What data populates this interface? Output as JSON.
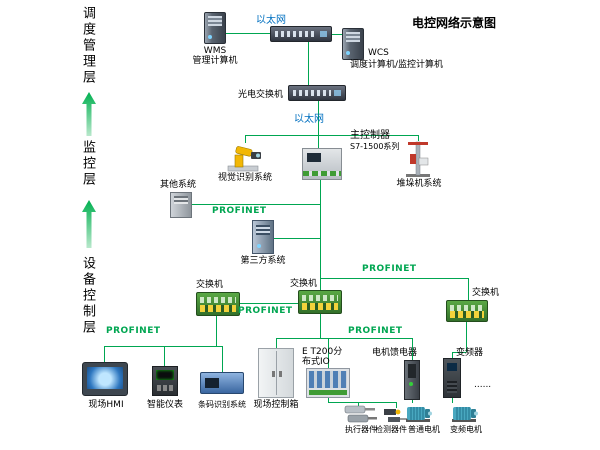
{
  "title": "电控网络示意图",
  "layers": {
    "management": "调度管理层",
    "monitoring": "监控层",
    "device_control": "设备控制层"
  },
  "bus_labels": {
    "ethernet": "以太网",
    "profinet": "PROFINET"
  },
  "nodes": {
    "wms": {
      "name": "WMS",
      "desc": "管理计算机"
    },
    "wcs": {
      "name": "WCS",
      "desc": "调度计算机/监控计算机"
    },
    "optical_switch": "光电交换机",
    "controller": {
      "name": "主控制器",
      "model": "S7-1500系列"
    },
    "vision": "视觉识别系统",
    "stacker": "堆垛机系统",
    "other": "其他系统",
    "third_party": "第三方系统",
    "switch": "交换机",
    "hmi": "现场HMI",
    "meter": "智能仪表",
    "barcode": "条码识别系统",
    "control_box": "现场控制箱",
    "et200": {
      "line1": "E T200分",
      "line2": "布式IO"
    },
    "actuator": "执行器件",
    "sensor": "检测器件",
    "feeder": "电机馈电器",
    "motor": "普通电机",
    "vfd": "变频器",
    "vf_motor": "变频电机",
    "more": "......"
  },
  "colors": {
    "line": "#00a651",
    "ethernet_text": "#0070c0",
    "profinet_text": "#00a651",
    "arrow": "#00b050"
  }
}
